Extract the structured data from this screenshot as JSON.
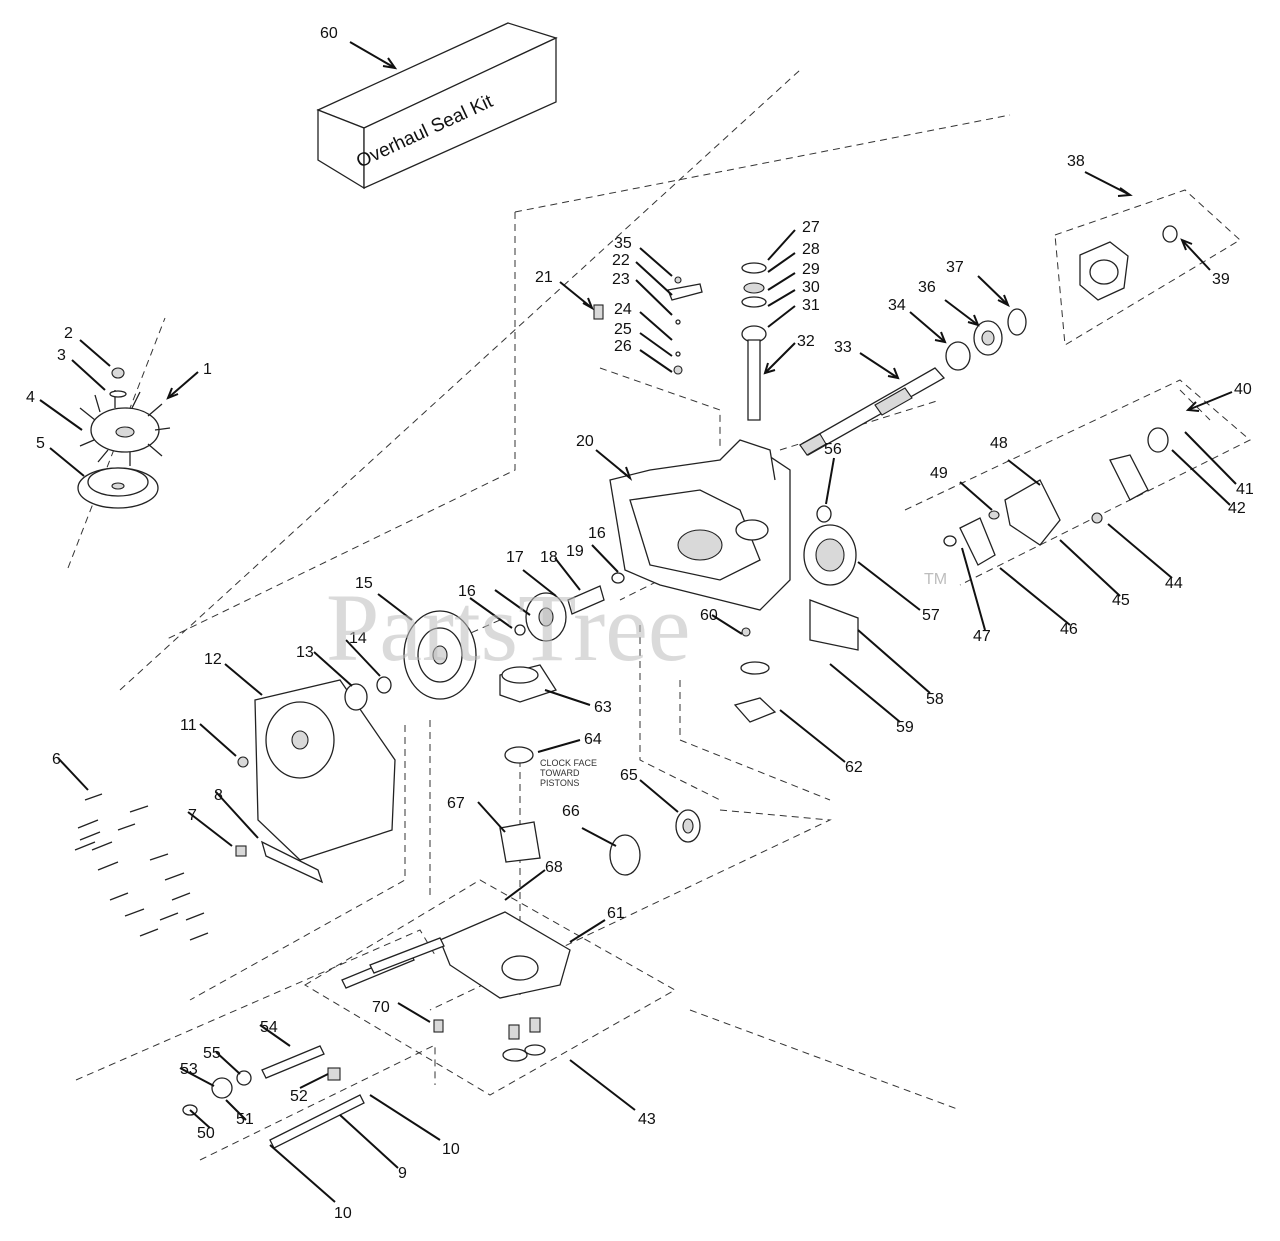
{
  "watermark": "PartsTree",
  "watermark_tm": "TM",
  "kit_label": "Overhaul Seal Kit",
  "note_lines": [
    "CLOCK FACE",
    "TOWARD",
    "PISTONS"
  ],
  "callouts": [
    {
      "id": "c60a",
      "text": "60"
    },
    {
      "id": "c38",
      "text": "38"
    },
    {
      "id": "c39",
      "text": "39"
    },
    {
      "id": "c37",
      "text": "37"
    },
    {
      "id": "c36",
      "text": "36"
    },
    {
      "id": "c34",
      "text": "34"
    },
    {
      "id": "c33",
      "text": "33"
    },
    {
      "id": "c32",
      "text": "32"
    },
    {
      "id": "c31",
      "text": "31"
    },
    {
      "id": "c30",
      "text": "30"
    },
    {
      "id": "c29",
      "text": "29"
    },
    {
      "id": "c28",
      "text": "28"
    },
    {
      "id": "c27",
      "text": "27"
    },
    {
      "id": "c35",
      "text": "35"
    },
    {
      "id": "c22",
      "text": "22"
    },
    {
      "id": "c23",
      "text": "23"
    },
    {
      "id": "c24",
      "text": "24"
    },
    {
      "id": "c25",
      "text": "25"
    },
    {
      "id": "c26",
      "text": "26"
    },
    {
      "id": "c21",
      "text": "21"
    },
    {
      "id": "c2",
      "text": "2"
    },
    {
      "id": "c3",
      "text": "3"
    },
    {
      "id": "c1",
      "text": "1"
    },
    {
      "id": "c4",
      "text": "4"
    },
    {
      "id": "c5",
      "text": "5"
    },
    {
      "id": "c40",
      "text": "40"
    },
    {
      "id": "c41",
      "text": "41"
    },
    {
      "id": "c42",
      "text": "42"
    },
    {
      "id": "c48",
      "text": "48"
    },
    {
      "id": "c49",
      "text": "49"
    },
    {
      "id": "c44",
      "text": "44"
    },
    {
      "id": "c45",
      "text": "45"
    },
    {
      "id": "c46",
      "text": "46"
    },
    {
      "id": "c47",
      "text": "47"
    },
    {
      "id": "c20",
      "text": "20"
    },
    {
      "id": "c56",
      "text": "56"
    },
    {
      "id": "c57",
      "text": "57"
    },
    {
      "id": "c58",
      "text": "58"
    },
    {
      "id": "c59",
      "text": "59"
    },
    {
      "id": "c60b",
      "text": "60"
    },
    {
      "id": "c62",
      "text": "62"
    },
    {
      "id": "c16a",
      "text": "16"
    },
    {
      "id": "c19",
      "text": "19"
    },
    {
      "id": "c18",
      "text": "18"
    },
    {
      "id": "c17",
      "text": "17"
    },
    {
      "id": "c16b",
      "text": "16"
    },
    {
      "id": "c15",
      "text": "15"
    },
    {
      "id": "c14",
      "text": "14"
    },
    {
      "id": "c13",
      "text": "13"
    },
    {
      "id": "c12",
      "text": "12"
    },
    {
      "id": "c11",
      "text": "11"
    },
    {
      "id": "c63",
      "text": "63"
    },
    {
      "id": "c64",
      "text": "64"
    },
    {
      "id": "c65",
      "text": "65"
    },
    {
      "id": "c66",
      "text": "66"
    },
    {
      "id": "c67",
      "text": "67"
    },
    {
      "id": "c68",
      "text": "68"
    },
    {
      "id": "c61",
      "text": "61"
    },
    {
      "id": "c70",
      "text": "70"
    },
    {
      "id": "c43",
      "text": "43"
    },
    {
      "id": "c6",
      "text": "6"
    },
    {
      "id": "c7",
      "text": "7"
    },
    {
      "id": "c8",
      "text": "8"
    },
    {
      "id": "c54",
      "text": "54"
    },
    {
      "id": "c55",
      "text": "55"
    },
    {
      "id": "c53",
      "text": "53"
    },
    {
      "id": "c52",
      "text": "52"
    },
    {
      "id": "c51",
      "text": "51"
    },
    {
      "id": "c50",
      "text": "50"
    },
    {
      "id": "c10a",
      "text": "10"
    },
    {
      "id": "c9",
      "text": "9"
    },
    {
      "id": "c10b",
      "text": "10"
    }
  ]
}
